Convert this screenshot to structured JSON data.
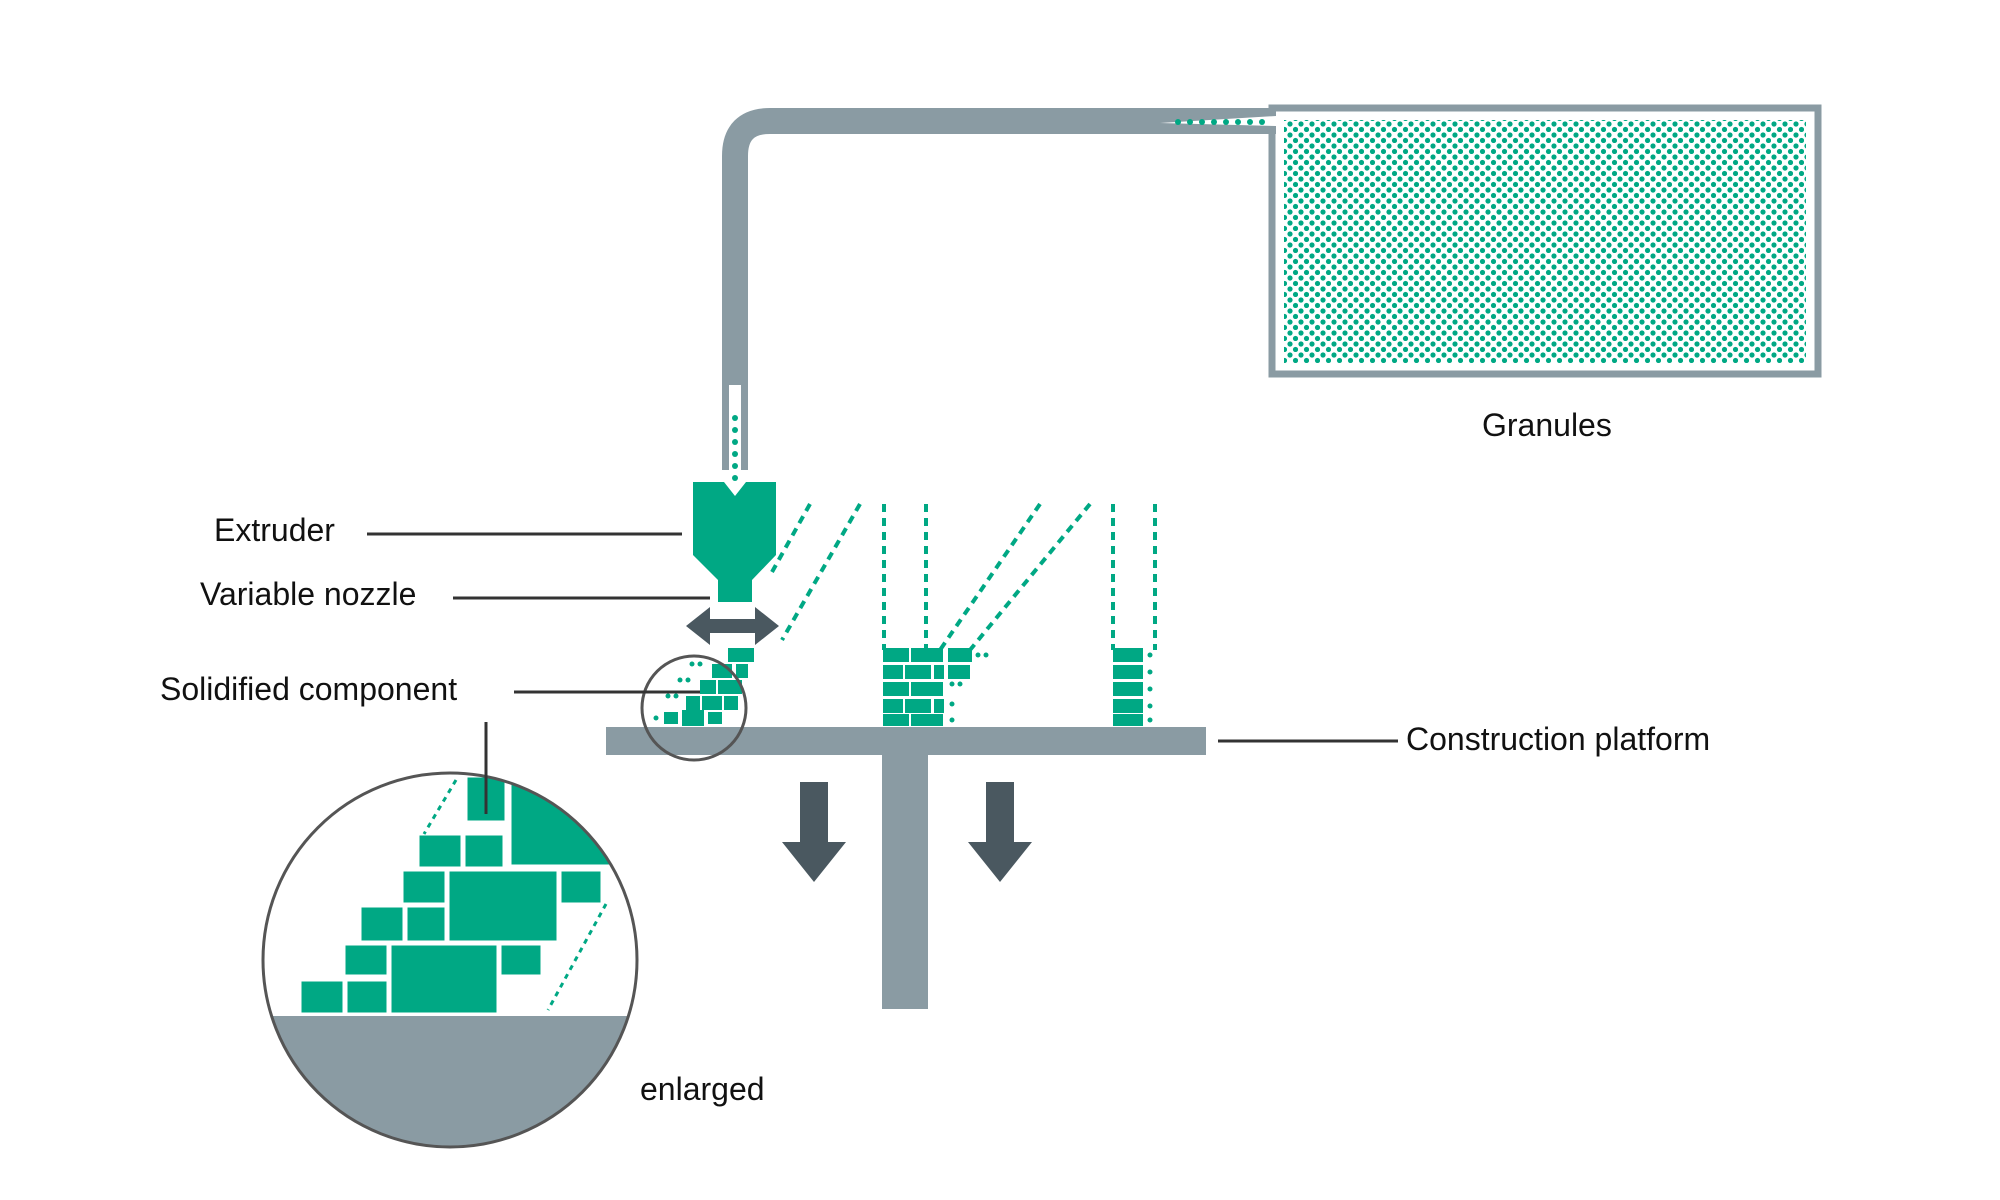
{
  "labels": {
    "granules": "Granules",
    "extruder": "Extruder",
    "variable_nozzle": "Variable nozzle",
    "solidified_component": "Solidified component",
    "construction_platform": "Construction platform",
    "enlarged": "enlarged"
  },
  "colors": {
    "green": "#00a884",
    "gray": "#8a9ba3",
    "dark_gray": "#4a5860",
    "circle_stroke": "#555555"
  },
  "icons": {
    "nozzle_motion": "double-arrow-icon",
    "platform_motion": "down-arrow-icon"
  }
}
